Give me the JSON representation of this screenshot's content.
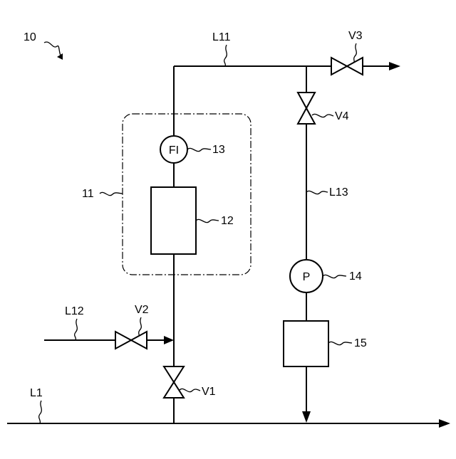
{
  "diagram": {
    "system_label": "10",
    "lines": {
      "L1": "L1",
      "L11": "L11",
      "L12": "L12",
      "L13": "L13"
    },
    "valves": {
      "V1": "V1",
      "V2": "V2",
      "V3": "V3",
      "V4": "V4"
    },
    "components": {
      "unit_11": "11",
      "vessel_12": "12",
      "flow_indicator_13": "13",
      "flow_indicator_symbol": "FI",
      "pump_14": "14",
      "pump_symbol": "P",
      "tank_15": "15"
    }
  }
}
